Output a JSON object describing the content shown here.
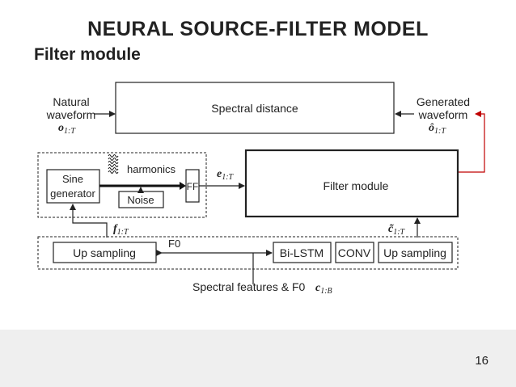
{
  "title": "NEURAL SOURCE-FILTER MODEL",
  "subtitle": "Filter module",
  "page_number": "16",
  "colors": {
    "feedback_arrow": "#c00000",
    "line": "#222222"
  },
  "diagram": {
    "natural_waveform": {
      "line1": "Natural",
      "line2": "waveform",
      "symbol": "o",
      "subscript": "1:T"
    },
    "generated_waveform": {
      "line1": "Generated",
      "line2": "waveform",
      "symbol": "ô",
      "subscript": "1:T"
    },
    "spectral_distance": "Spectral distance",
    "sine_generator": {
      "line1": "Sine",
      "line2": "generator"
    },
    "harmonics": "harmonics",
    "noise": "Noise",
    "ff": "FF",
    "excitation_symbol": "e",
    "excitation_subscript": "1:T",
    "filter_module": "Filter module",
    "f0_symbol": "f",
    "f0_subscript": "1:T",
    "cond_symbol": "c̃",
    "cond_subscript": "1:T",
    "up_sampling_left": "Up sampling",
    "f0_label": "F0",
    "bilstm": "Bi-LSTM",
    "conv": "CONV",
    "up_sampling_right": "Up sampling",
    "input_label": "Spectral features & F0",
    "input_symbol": "c",
    "input_subscript": "1:B"
  }
}
